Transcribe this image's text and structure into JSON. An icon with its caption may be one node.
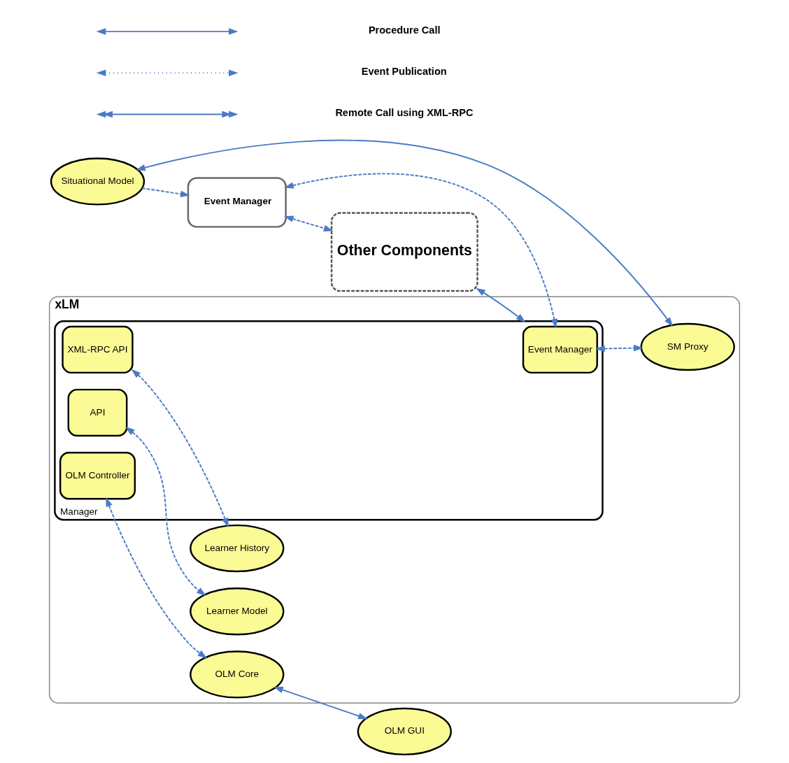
{
  "diagram": {
    "nodes": [
      {
        "text": [
          "Situational Model"
        ]
      },
      {
        "text": [
          "xLM"
        ]
      },
      {
        "text": [
          "Event Manager"
        ]
      },
      {
        "text": [
          "Manager"
        ],
        "in": 1
      },
      {
        "text": [
          "Event Manager"
        ],
        "in": 3
      },
      {
        "text": [
          "API"
        ],
        "in": 3
      },
      {
        "text": [
          "XML-RPC API"
        ],
        "in": 3
      },
      {
        "text": [
          "OLM Controller"
        ],
        "in": 3
      },
      {
        "text": [
          "SM Proxy"
        ],
        "in": 1
      },
      {
        "text": [
          "Learner Model"
        ],
        "in": 1
      },
      {
        "text": [
          "Learner History"
        ],
        "in": 1
      },
      {
        "text": [
          "OLM Core"
        ],
        "in": 1
      },
      {
        "text": [
          "Other Components"
        ]
      },
      {
        "text": [
          "OLM GUI"
        ]
      }
    ],
    "edges": [
      {
        "from": 0,
        "to": 2,
        "arrow": "to",
        "style": "dashed"
      },
      {
        "from": 0,
        "to": 8,
        "arrow": "both"
      },
      {
        "from": 2,
        "to": 4,
        "arrow": "both",
        "style": "dashed"
      },
      {
        "from": 2,
        "to": 12,
        "arrow": "both",
        "style": "dashed"
      },
      {
        "from": 12,
        "to": 3,
        "arrow": "both"
      },
      {
        "from": 4,
        "to": 8,
        "arrow": "both",
        "style": "dashed"
      },
      {
        "from": 5,
        "to": 9,
        "arrow": "both",
        "style": "dashed"
      },
      {
        "from": 6,
        "to": 10,
        "arrow": "both",
        "style": "dashed"
      },
      {
        "from": 7,
        "to": 11,
        "arrow": "both",
        "style": "dashed"
      },
      {
        "from": 11,
        "to": 13,
        "arrow": "both"
      }
    ],
    "legend": [
      {
        "text": "Procedure Call"
      },
      {
        "text": "Event Publication"
      },
      {
        "text": "Remote Call using XML-RPC"
      }
    ]
  }
}
